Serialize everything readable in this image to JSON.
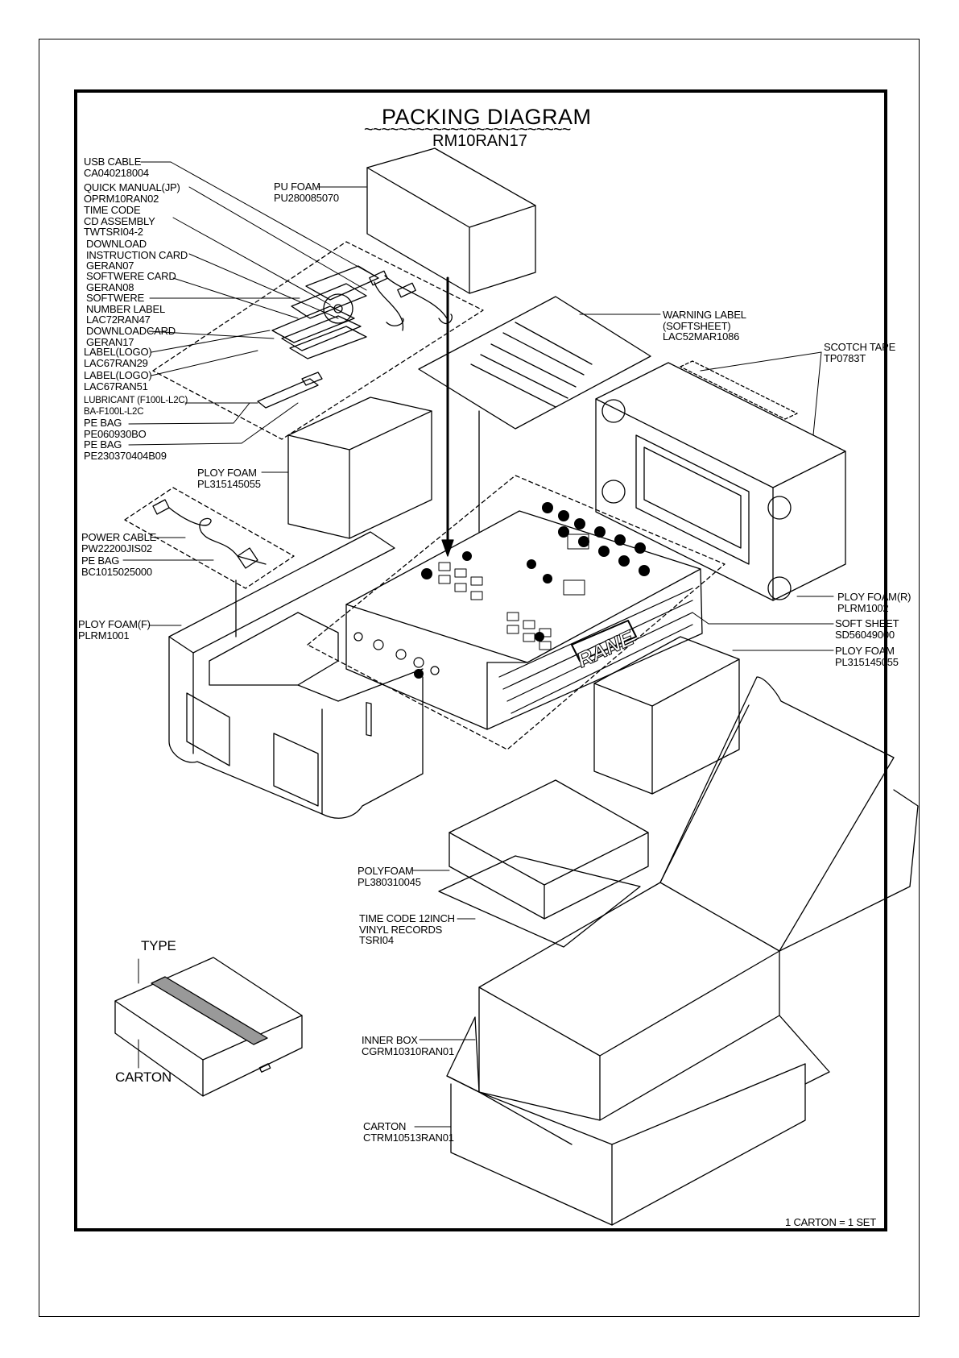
{
  "header": {
    "title": "PACKING DIAGRAM",
    "subtitle": "RM10RAN17",
    "tilde_line": "~~~~~~~~~~~~~~~~~~~~~~~~"
  },
  "parts": {
    "usb_cable": {
      "name": "USB CABLE",
      "code": "CA040218004"
    },
    "quick_manual": {
      "name": "QUICK MANUAL(JP)",
      "code": "OPRM10RAN02"
    },
    "time_code_cd": {
      "name": "TIME CODE\nCD ASSEMBLY",
      "code": "TWTSRI04-2"
    },
    "download_card": {
      "name": "DOWNLOAD\nINSTRUCTION CARD",
      "code": "GERAN07"
    },
    "software_card": {
      "name": "SOFTWERE CARD",
      "code": "GERAN08"
    },
    "software_number": {
      "name": "SOFTWERE\nNUMBER LABEL",
      "code": "LAC72RAN47"
    },
    "downloadcard": {
      "name": "DOWNLOADCARD",
      "code": "GERAN17"
    },
    "label_logo_1": {
      "name": "LABEL(LOGO)",
      "code": "LAC67RAN29"
    },
    "label_logo_2": {
      "name": "LABEL(LOGO)",
      "code": "LAC67RAN51"
    },
    "lubricant": {
      "name": "LUBRICANT (F100L-L2C)",
      "code": "BA-F100L-L2C"
    },
    "pe_bag_1": {
      "name": "PE BAG",
      "code": "PE060930BO"
    },
    "pe_bag_2": {
      "name": "PE BAG",
      "code": "PE230370404B09"
    },
    "pu_foam": {
      "name": "PU FOAM",
      "code": "PU280085070"
    },
    "warning_label": {
      "name": "WARNING LABEL\n(SOFTSHEET)",
      "code": "LAC52MAR1086"
    },
    "scotch_tape": {
      "name": "SCOTCH TAPE",
      "code": "TP0783T"
    },
    "ploy_foam_left": {
      "name": "PLOY FOAM",
      "code": "PL315145055"
    },
    "power_cable": {
      "name": "POWER CABLE",
      "code": "PW22200JIS02"
    },
    "pe_bag_power": {
      "name": "PE BAG",
      "code": "BC1015025000"
    },
    "ploy_foam_f": {
      "name": "PLOY FOAM(F)",
      "code": "PLRM1001"
    },
    "ploy_foam_r": {
      "name": "PLOY FOAM(R)",
      "code": "PLRM1002"
    },
    "soft_sheet": {
      "name": "SOFT SHEET",
      "code": "SD56049000"
    },
    "ploy_foam_right": {
      "name": "PLOY FOAM",
      "code": "PL315145055"
    },
    "polyfoam": {
      "name": "POLYFOAM",
      "code": "PL380310045"
    },
    "vinyl": {
      "name": "TIME CODE 12INCH\nVINYL RECORDS",
      "code": "TSRI04"
    },
    "inner_box": {
      "name": "INNER BOX",
      "code": "CGRM10310RAN01"
    },
    "carton": {
      "name": "CARTON",
      "code": "CTRM10513RAN01"
    }
  },
  "legend": {
    "type": "TYPE",
    "carton": "CARTON"
  },
  "footer": {
    "note": "1 CARTON = 1 SET"
  },
  "brand": {
    "logo": "RANE"
  }
}
